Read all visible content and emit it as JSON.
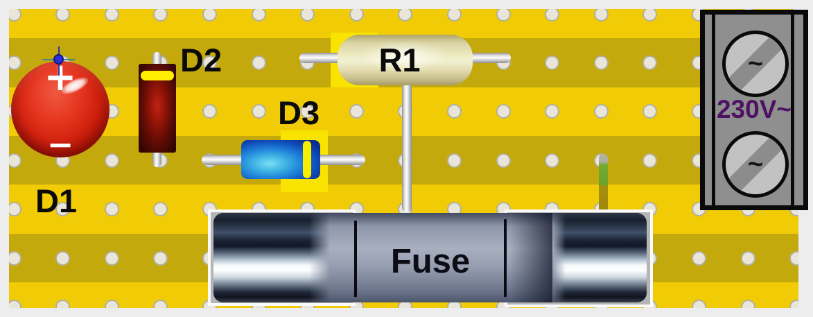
{
  "colors": {
    "canvas_bg": "#ededed",
    "stripe_bright": "#f0cb06",
    "stripe_dark": "#c4a90c",
    "hole_fill": "#e9e6d9",
    "highlight": "#f8e400",
    "terminal_label": "#4e1263"
  },
  "components": {
    "d1": {
      "label": "D1",
      "plus": "+",
      "minus": "−"
    },
    "d2": {
      "label": "D2"
    },
    "d3": {
      "label": "D3"
    },
    "r1": {
      "label": "R1"
    },
    "fuse": {
      "label": "Fuse"
    },
    "terminal_block": {
      "label": "230V~",
      "screw_top": "~",
      "screw_bottom": "~"
    }
  }
}
